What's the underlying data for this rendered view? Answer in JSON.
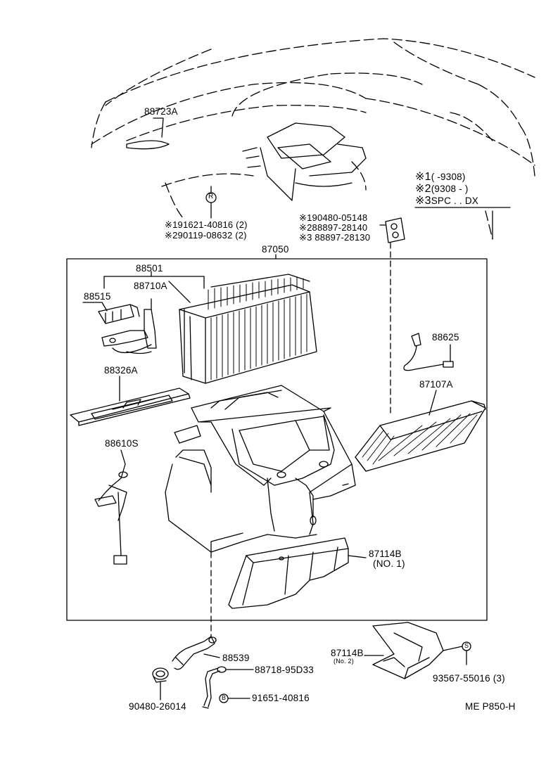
{
  "labels": {
    "p88723A": "88723A",
    "note_r1": "※191621-40816 (2)",
    "note_r2": "※290119-08632 (2)",
    "clip1": "※190480-05148",
    "clip2": "※288897-28140",
    "clip3": "※3 88897-28130",
    "p87050": "87050",
    "p88501": "88501",
    "p88515": "88515",
    "p88710A": "88710A",
    "p88326A": "88326A",
    "p88610S": "88610S",
    "p88625": "88625",
    "p87107A": "87107A",
    "p87114B": "87114B",
    "p87114B_no1": "(NO. 1)",
    "p87114B_2": "87114B",
    "p87114B_no2": "(No. 2)",
    "p88539": "88539",
    "p88718": "88718-95D33",
    "p91651": "91651-40816",
    "p90480": "90480-26014",
    "p93567": "93567-55016 (3)",
    "footer": "ME P850-H"
  },
  "legend": {
    "row1_mark": "※1",
    "row1_text": "(        -9308)",
    "row2_mark": "※2",
    "row2_text": "(9308 -        )",
    "row3_mark": "※3",
    "row3_text": "SPC . . DX"
  },
  "symbols": {
    "r": "R",
    "s": "S",
    "b": "B"
  }
}
